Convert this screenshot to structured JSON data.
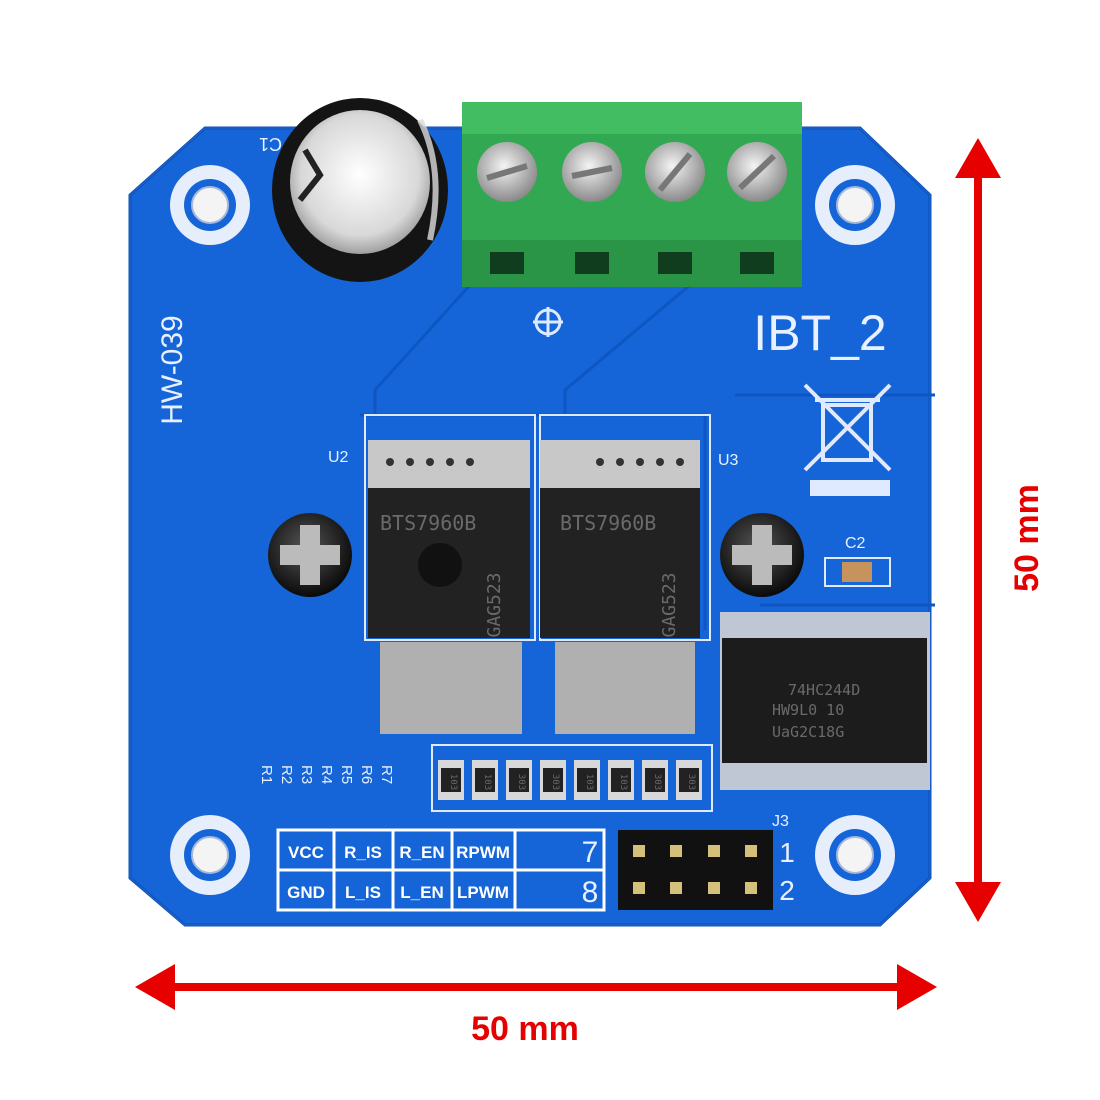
{
  "board": {
    "model": "HW-039",
    "name": "IBT_2",
    "cap_label": "C1",
    "cap_c2_label": "C2",
    "u2_label": "U2",
    "u3_label": "U3",
    "j3_label": "J3",
    "resistor_labels": [
      "R1",
      "R2",
      "R3",
      "R4",
      "R5",
      "R6",
      "R7"
    ],
    "resistor_codes": [
      "103",
      "103",
      "303",
      "303",
      "103",
      "103",
      "303",
      "303"
    ],
    "chip_bts_1": {
      "part": "BTS7960B",
      "code": "GAG523"
    },
    "chip_bts_2": {
      "part": "BTS7960B",
      "code": "GAG523"
    },
    "chip_logic": {
      "line1": "74HC244D",
      "line2": "HW9L0 10",
      "line3": "UaG2C18G"
    },
    "pin_table": {
      "row1": [
        "VCC",
        "R_IS",
        "R_EN",
        "RPWM"
      ],
      "row2": [
        "GND",
        "L_IS",
        "L_EN",
        "LPWM"
      ],
      "left_numbers": [
        "7",
        "8"
      ],
      "right_numbers": [
        "1",
        "2"
      ]
    },
    "colors": {
      "pcb": "#1565d8",
      "terminal": "#33a852",
      "dimension": "#e60000"
    }
  },
  "dimensions": {
    "width": "50 mm",
    "height": "50 mm"
  }
}
